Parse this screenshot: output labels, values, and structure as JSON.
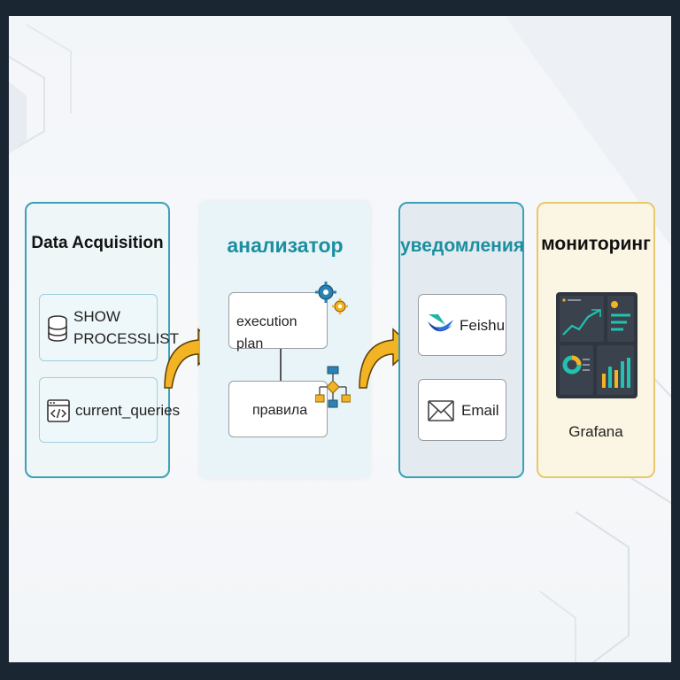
{
  "stages": {
    "acquisition": {
      "title": "Data Acquisition",
      "items": [
        {
          "label_line1": "SHOW",
          "label_line2": "PROCESSLIST",
          "icon": "database-icon"
        },
        {
          "label": "current_queries",
          "icon": "code-window-icon"
        }
      ]
    },
    "analyzer": {
      "title": "анализатор",
      "items": [
        {
          "label": "execution plan",
          "icon": "gears-icon"
        },
        {
          "label": "правила",
          "icon": "flowchart-icon"
        }
      ]
    },
    "notifications": {
      "title": "уведомления",
      "items": [
        {
          "label": "Feishu",
          "icon": "feishu-logo-icon"
        },
        {
          "label": "Email",
          "icon": "envelope-icon"
        }
      ]
    },
    "monitoring": {
      "title": "мониторинг",
      "items": [
        {
          "label": "Grafana",
          "icon": "dashboard-icon"
        }
      ]
    }
  },
  "colors": {
    "teal": "#1b8fa0",
    "blue_border": "#3aa0b8",
    "arrow": "#f2b324",
    "gold_border": "#e8c86a"
  }
}
